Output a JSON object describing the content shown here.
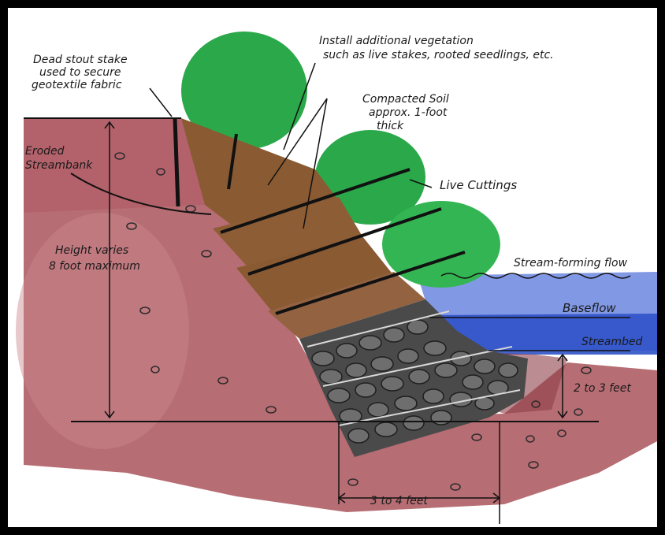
{
  "diagram": {
    "labels": {
      "stake": [
        "Dead stout stake",
        "used to secure",
        "geotextile fabric"
      ],
      "vegetation": [
        "Install additional vegetation",
        "such as live stakes, rooted seedlings, etc."
      ],
      "compacted_soil": [
        "Compacted Soil",
        "approx. 1-foot",
        "thick"
      ],
      "eroded": [
        "Eroded",
        "Streambank"
      ],
      "live_cuttings": "Live Cuttings",
      "height": [
        "Height varies",
        "8 foot maximum"
      ],
      "stream_forming_flow": "Stream-forming flow",
      "baseflow": "Baseflow",
      "streambed": "Streambed",
      "depth": "2 to 3 feet",
      "width": "3 to 4 feet"
    },
    "colors": {
      "bank_soil": "#a9545b",
      "fill_soil": "#8a5a33",
      "vegetation": "#2aa84a",
      "water_flow": "#3a5fd0",
      "rock": "#3a3a3a"
    }
  }
}
